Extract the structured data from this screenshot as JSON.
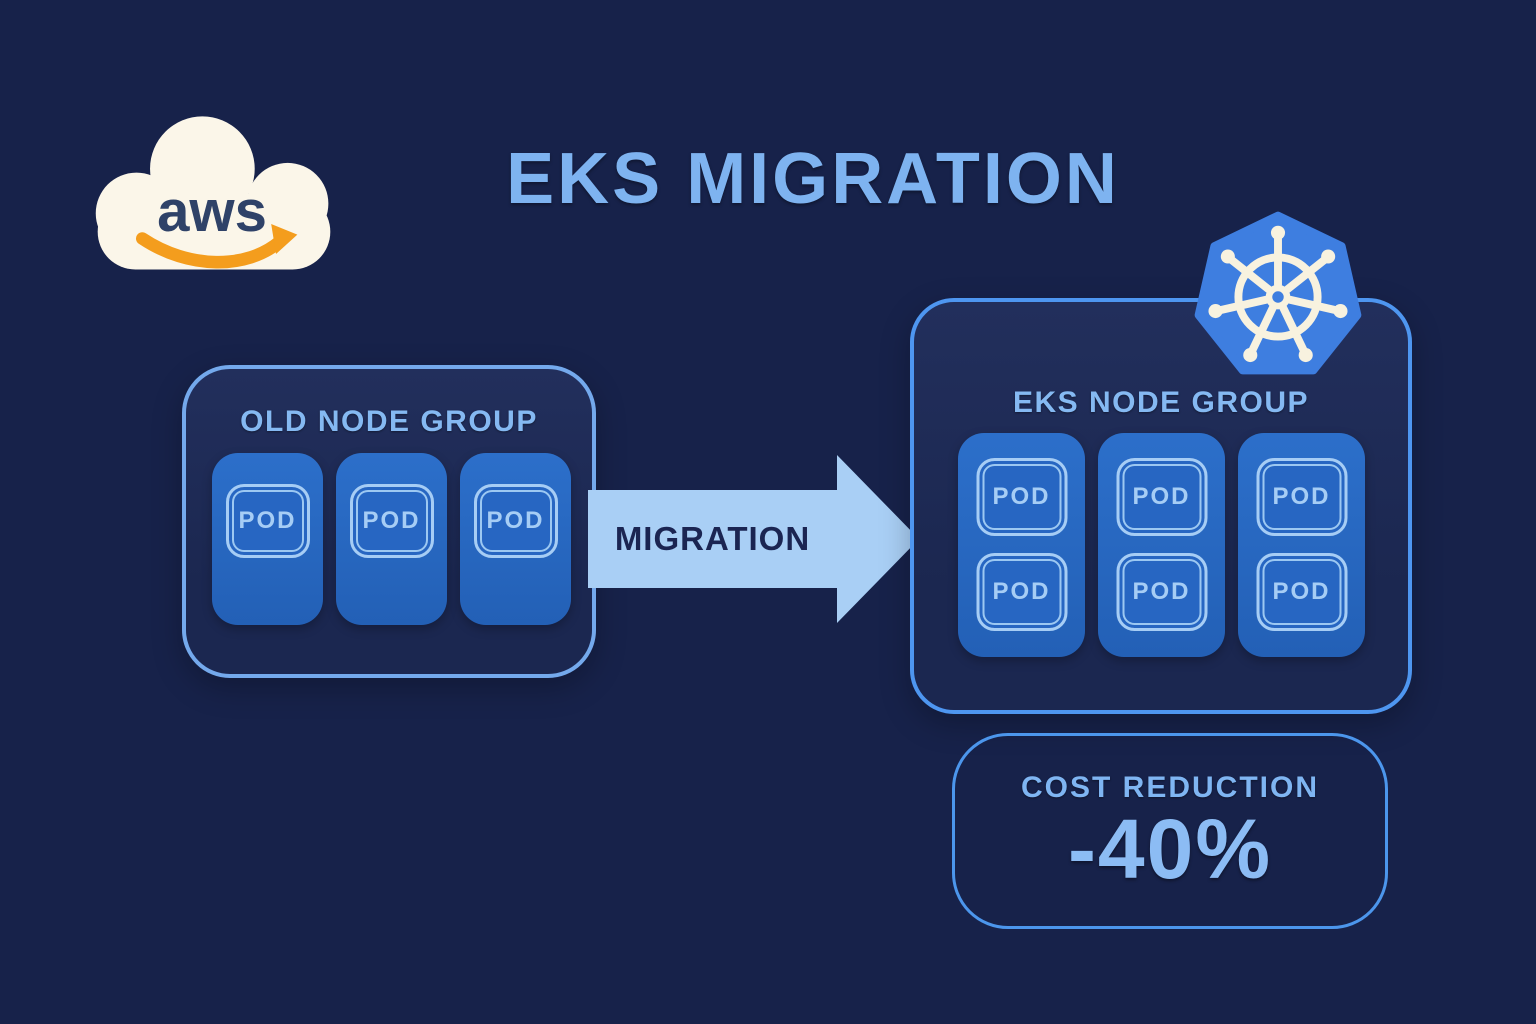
{
  "title": "EKS MIGRATION",
  "aws_logo": {
    "label": "aws"
  },
  "kubernetes_logo": {
    "name": "kubernetes-helm-icon"
  },
  "old_node_group": {
    "title": "OLD NODE GROUP",
    "nodes": [
      {
        "pods": [
          "POD"
        ]
      },
      {
        "pods": [
          "POD"
        ]
      },
      {
        "pods": [
          "POD"
        ]
      }
    ]
  },
  "arrow": {
    "label": "MIGRATION"
  },
  "eks_node_group": {
    "title": "EKS NODE GROUP",
    "nodes": [
      {
        "pods": [
          "POD",
          "POD"
        ]
      },
      {
        "pods": [
          "POD",
          "POD"
        ]
      },
      {
        "pods": [
          "POD",
          "POD"
        ]
      }
    ]
  },
  "cost_badge": {
    "title": "COST REDUCTION",
    "value": "-40%"
  },
  "colors": {
    "background": "#17224A",
    "group_fill": "#1D2A52",
    "old_group_border": "#74A9EC",
    "eks_group_border": "#4E96F0",
    "node_fill": "#2766C2",
    "pod_accent": "#A6CDF5",
    "title_text": "#7EB3F0",
    "arrow_fill": "#A9CFF5",
    "arrow_text": "#1B2552",
    "kubernetes_blue": "#3E7EE0",
    "wheel_cream": "#F8F2DF",
    "aws_cloud_cream": "#FBF6E9",
    "aws_text_navy": "#2F4268",
    "aws_smile_orange": "#F49D1D",
    "cost_border": "#4C96EC"
  }
}
